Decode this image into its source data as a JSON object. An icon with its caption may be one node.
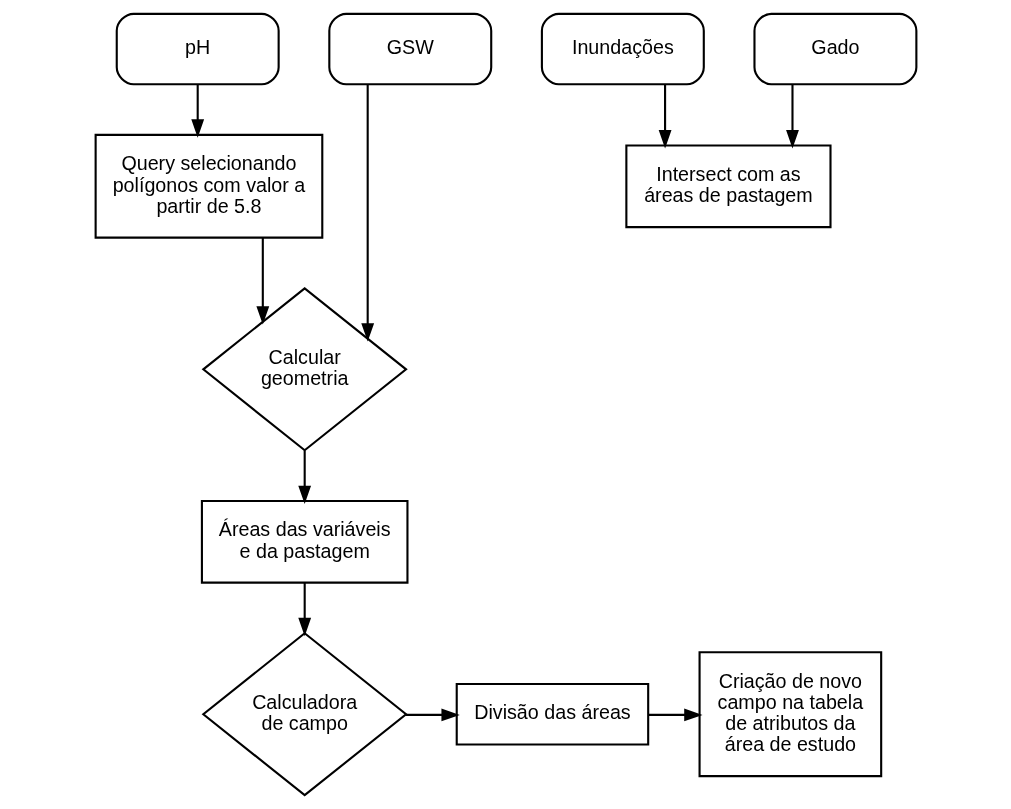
{
  "diagram": {
    "nodes": [
      {
        "text": [
          "pH"
        ]
      },
      {
        "text": [
          "GSW"
        ]
      },
      {
        "text": [
          "Inundações"
        ]
      },
      {
        "text": [
          "Gado"
        ]
      },
      {
        "text": [
          "Query selecionando polígonos com valor a partir de 5.8"
        ]
      },
      {
        "text": [
          "Calcular geometria"
        ]
      },
      {
        "text": [
          "Intersect com as áreas de pastagem"
        ]
      },
      {
        "text": [
          "Áreas das variáveis e da pastagem"
        ]
      },
      {
        "text": [
          "Calculadora de campo"
        ]
      },
      {
        "text": [
          "Divisão das áreas"
        ]
      },
      {
        "text": [
          "Criação de novo campo na tabela de atributos da área de estudo"
        ]
      }
    ],
    "edges": [
      {
        "from": 0,
        "to": 4,
        "arrow": "to"
      },
      {
        "from": 4,
        "to": 5,
        "arrow": "to"
      },
      {
        "from": 1,
        "to": 5,
        "arrow": "to"
      },
      {
        "from": 2,
        "to": 6,
        "arrow": "to"
      },
      {
        "from": 3,
        "to": 6,
        "arrow": "to"
      },
      {
        "from": 5,
        "to": 7,
        "arrow": "to"
      },
      {
        "from": 7,
        "to": 8,
        "arrow": "to"
      },
      {
        "from": 8,
        "to": 9,
        "arrow": "to"
      },
      {
        "from": 9,
        "to": 10,
        "arrow": "to"
      }
    ]
  }
}
